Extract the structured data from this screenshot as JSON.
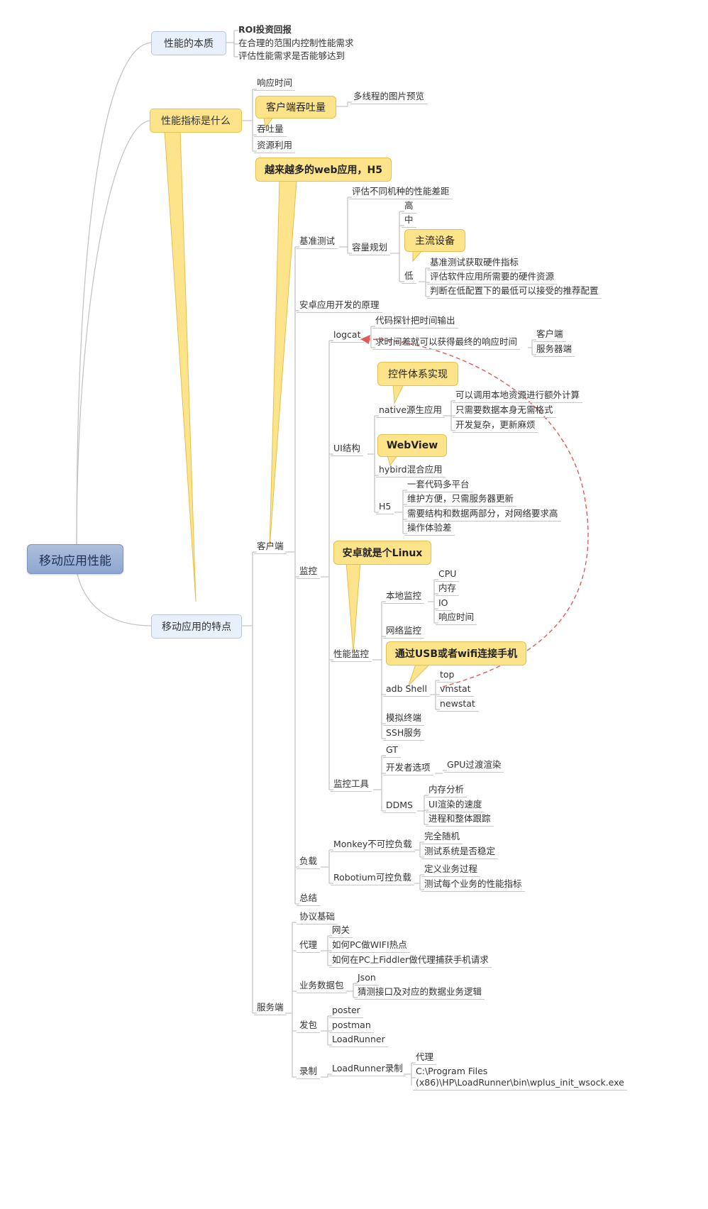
{
  "root": {
    "label": "移动应用性能"
  },
  "essence": {
    "label": "性能的本质",
    "items": [
      "ROI投资回报",
      "在合理的范围内控制性能需求",
      "评估性能需求是否能够达到"
    ]
  },
  "metrics": {
    "label": "性能指标是什么",
    "response_time": "响应时间",
    "callout": "客户端吞吐量",
    "callout_child": "多线程的图片预览",
    "throughput": "吞吐量",
    "resource": "资源利用"
  },
  "features": {
    "label": "移动应用的特点",
    "client": {
      "label": "客户端",
      "callout": "越来越多的web应用，H5",
      "benchmark": {
        "label": "基准测试",
        "eval": "评估不同机种的性能差距",
        "capacity": "容量规划",
        "high": "高",
        "mid": "中",
        "callout": "主流设备",
        "low": "低",
        "low_items": [
          "基准测试获取硬件指标",
          "评估软件应用所需要的硬件资源",
          "判断在低配置下的最低可以接受的推荐配置"
        ]
      },
      "android_principle": "安卓应用开发的原理",
      "monitor": {
        "label": "监控",
        "callout": "安卓就是个Linux",
        "logcat": {
          "label": "logcat",
          "probe": "代码探针把时间输出",
          "diff": "求时间差就可以获得最终的响应时间",
          "client": "客户端",
          "server": "服务器端"
        },
        "ui": {
          "label": "UI结构",
          "callout1": "控件体系实现",
          "native": "native源生应用",
          "native_items": [
            "可以调用本地资源进行额外计算",
            "只需要数据本身无需格式",
            "开发复杂，更新麻烦"
          ],
          "callout2": "WebView",
          "hybrid": "hybird混合应用",
          "h5": "H5",
          "h5_items": [
            "一套代码多平台",
            "维护方便，只需服务器更新",
            "需要结构和数据两部分，对网络要求高",
            "操作体验差"
          ]
        },
        "perf": {
          "label": "性能监控",
          "local": "本地监控",
          "local_items": [
            "CPU",
            "内存",
            "IO",
            "响应时间"
          ],
          "network": "网络监控",
          "callout": "通过USB或者wifi连接手机",
          "adb": "adb Shell",
          "adb_items": [
            "top",
            "vmstat",
            "newstat"
          ],
          "emulator": "模拟终端",
          "ssh": "SSH服务"
        },
        "tools": {
          "label": "监控工具",
          "gt": "GT",
          "dev": "开发者选项",
          "gpu": "GPU过渡渲染",
          "ddms": "DDMS",
          "ddms_items": [
            "内存分析",
            "UI渲染的速度",
            "进程和整体跟踪"
          ]
        }
      },
      "load": {
        "label": "负载",
        "monkey": "Monkey不可控负载",
        "monkey_items": [
          "完全随机",
          "测试系统是否稳定"
        ],
        "robotium": "Robotium可控负载",
        "robotium_items": [
          "定义业务过程",
          "测试每个业务的性能指标"
        ]
      },
      "summary": "总结"
    },
    "server": {
      "label": "服务端",
      "protocol": "协议基础",
      "proxy": "代理",
      "proxy_items": [
        "网关",
        "如何PC做WIFI热点",
        "如何在PC上Fiddler做代理捕获手机请求"
      ],
      "business": "业务数据包",
      "business_items": [
        "Json",
        "猜测接口及对应的数据业务逻辑"
      ],
      "send": "发包",
      "send_items": [
        "poster",
        "postman",
        "LoadRunner"
      ],
      "record": "录制",
      "lr_record": "LoadRunner录制",
      "record_items": [
        "代理",
        "C:\\Program Files",
        "(x86)\\HP\\LoadRunner\\bin\\wplus_init_wsock.exe"
      ]
    }
  },
  "colors": {
    "line": "#bdbdbd",
    "callout": "#fde48a",
    "arrow": "#e04848"
  }
}
